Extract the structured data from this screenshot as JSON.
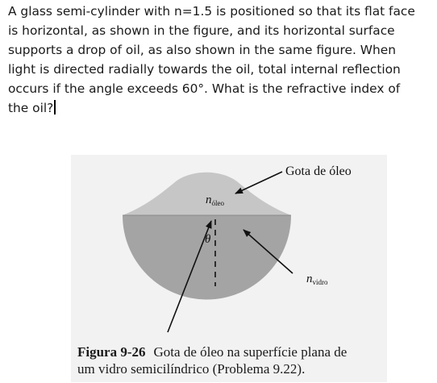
{
  "question": {
    "lines": [
      "A glass semi-cylinder with n=1.5 is positioned so that its flat face",
      "is horizontal, as shown in the figure, and its horizontal surface",
      "supports a drop of oil, as also shown in the same figure. When",
      "light is directed radially towards the oil, total internal reflection",
      "occurs if the angle exceeds 60°. What is the refractive index of",
      "the oil?"
    ]
  },
  "figure": {
    "callout_label": "Gota de óleo",
    "oil_symbol": "n",
    "oil_subscript": "óleo",
    "angle_symbol": "θ",
    "glass_symbol": "n",
    "glass_subscript": "vidro",
    "colors": {
      "panel": "#f2f2f2",
      "oil": "#c6c6c6",
      "glass": "#a4a4a4",
      "ink": "#111111"
    }
  },
  "caption": {
    "number": "Figura 9-26",
    "line1": "Gota de óleo na superfície plana de",
    "line2": "um vidro semicilíndrico (Problema 9.22)."
  }
}
